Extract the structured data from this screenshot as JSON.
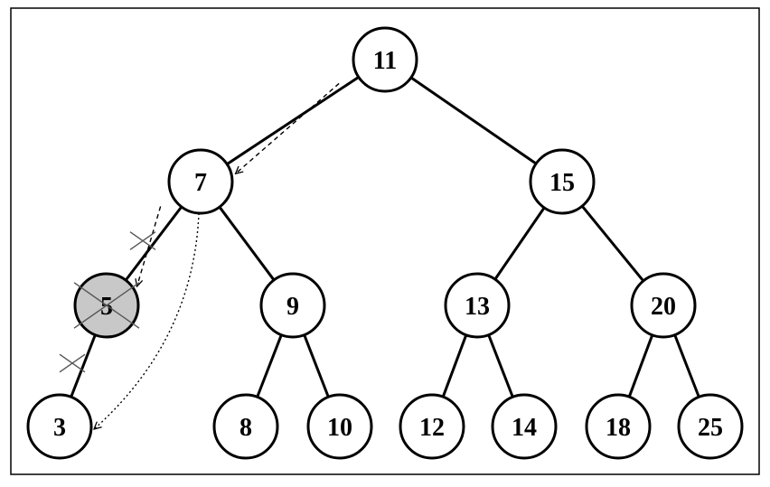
{
  "colors": {
    "background": "#ffffff",
    "stroke": "#000000",
    "deleted_node_fill": "#c8c8c8",
    "cross_mark": "#555555"
  },
  "tree": {
    "nodes": [
      {
        "id": "n11",
        "label": "11"
      },
      {
        "id": "n7",
        "label": "7"
      },
      {
        "id": "n15",
        "label": "15"
      },
      {
        "id": "n5",
        "label": "5",
        "highlighted": true,
        "crossed": true
      },
      {
        "id": "n9",
        "label": "9"
      },
      {
        "id": "n13",
        "label": "13"
      },
      {
        "id": "n20",
        "label": "20"
      },
      {
        "id": "n3",
        "label": "3"
      },
      {
        "id": "n8",
        "label": "8"
      },
      {
        "id": "n10",
        "label": "10"
      },
      {
        "id": "n12",
        "label": "12"
      },
      {
        "id": "n14",
        "label": "14"
      },
      {
        "id": "n18",
        "label": "18"
      },
      {
        "id": "n25",
        "label": "25"
      }
    ],
    "edges": [
      {
        "from": "n11",
        "to": "n7"
      },
      {
        "from": "n11",
        "to": "n15"
      },
      {
        "from": "n7",
        "to": "n5",
        "crossed": true
      },
      {
        "from": "n7",
        "to": "n9"
      },
      {
        "from": "n15",
        "to": "n13"
      },
      {
        "from": "n15",
        "to": "n20"
      },
      {
        "from": "n5",
        "to": "n3",
        "crossed": true
      },
      {
        "from": "n9",
        "to": "n8"
      },
      {
        "from": "n9",
        "to": "n10"
      },
      {
        "from": "n13",
        "to": "n12"
      },
      {
        "from": "n13",
        "to": "n14"
      },
      {
        "from": "n20",
        "to": "n18"
      },
      {
        "from": "n20",
        "to": "n25"
      }
    ],
    "search_path": [
      {
        "from": "n11",
        "to": "n7",
        "style": "dashed"
      },
      {
        "from": "n7",
        "to": "n5",
        "style": "dashed"
      }
    ],
    "relink": {
      "from": "n7",
      "to": "n3",
      "style": "dotted"
    }
  }
}
